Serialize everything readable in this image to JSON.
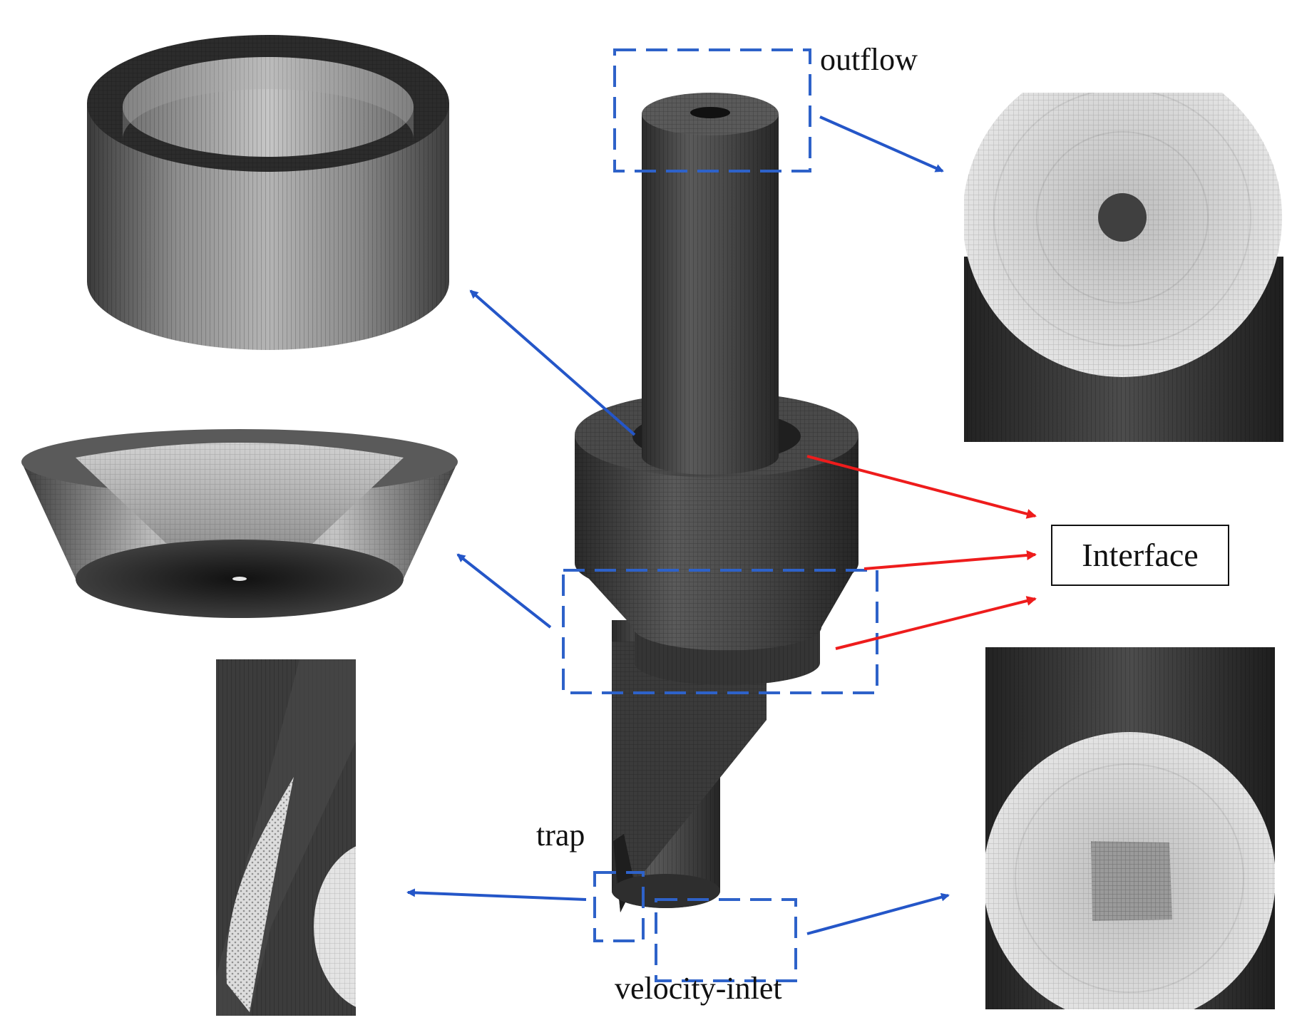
{
  "labels": {
    "outflow": "outflow",
    "interface": "Interface",
    "trap": "trap",
    "velocity_inlet": "velocity-inlet"
  },
  "colors": {
    "highlight_box": "#2e62c9",
    "detail_arrow": "#2456c8",
    "interface_arrow": "#ee1c1c",
    "mesh_dark": "#3a3a3a",
    "mesh_light": "#d8d8d8"
  },
  "views": [
    "main-assembly-mesh",
    "ring-section-mesh",
    "cone-section-mesh",
    "trap-section-mesh",
    "outlet-face-mesh",
    "inlet-face-mesh"
  ]
}
